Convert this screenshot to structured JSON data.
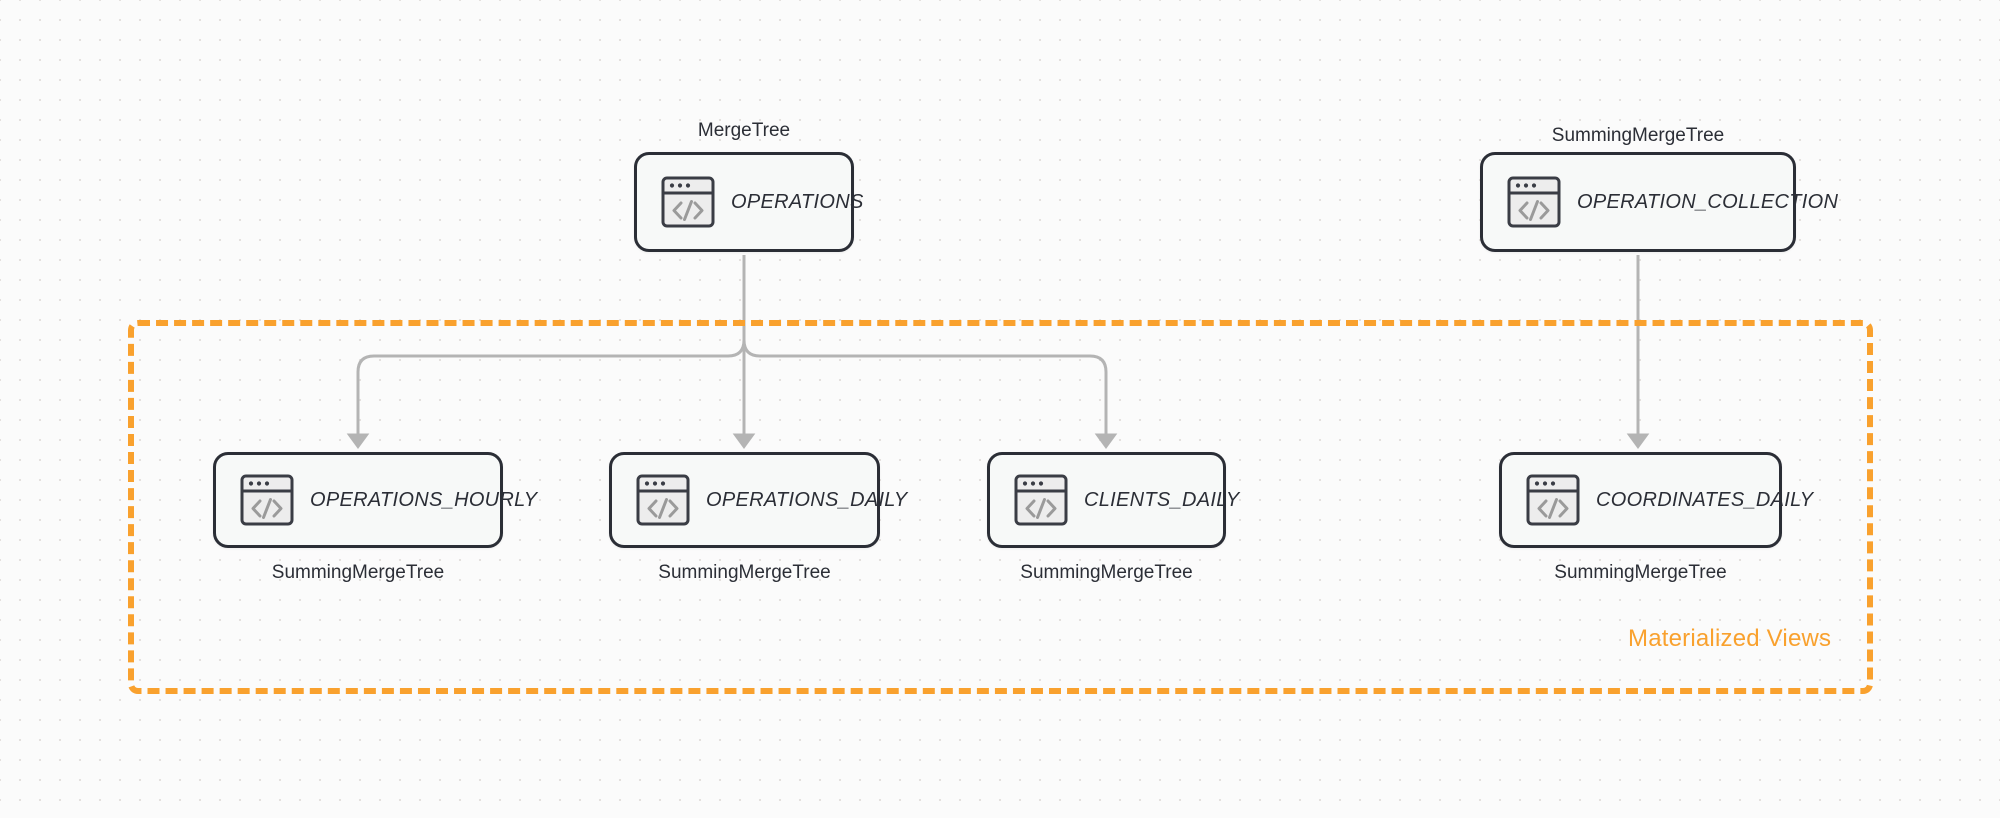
{
  "diagram": {
    "title": "ClickHouse table and materialized view topology",
    "background_color": "#fbfbfb",
    "accent_color": "#f9a12e",
    "node_border_color": "#2b2e36",
    "node_fill_color": "#f7f9f8",
    "edge_color": "#b4b4b4"
  },
  "group": {
    "label": "Materialized Views",
    "style": "dashed",
    "color": "#f9a12e"
  },
  "icons": {
    "code_window": "code-window-icon"
  },
  "nodes": [
    {
      "id": "operations",
      "label": "OPERATIONS",
      "engine": "MergeTree",
      "engine_position": "top",
      "icon": "code-window-icon"
    },
    {
      "id": "operation_collection",
      "label": "OPERATION_COLLECTION",
      "engine": "SummingMergeTree",
      "engine_position": "top",
      "icon": "code-window-icon"
    },
    {
      "id": "operations_hourly",
      "label": "OPERATIONS_HOURLY",
      "engine": "SummingMergeTree",
      "engine_position": "bottom",
      "icon": "code-window-icon"
    },
    {
      "id": "operations_daily",
      "label": "OPERATIONS_DAILY",
      "engine": "SummingMergeTree",
      "engine_position": "bottom",
      "icon": "code-window-icon"
    },
    {
      "id": "clients_daily",
      "label": "CLIENTS_DAILY",
      "engine": "SummingMergeTree",
      "engine_position": "bottom",
      "icon": "code-window-icon"
    },
    {
      "id": "coordinates_daily",
      "label": "COORDINATES_DAILY",
      "engine": "SummingMergeTree",
      "engine_position": "bottom",
      "icon": "code-window-icon"
    }
  ],
  "edges": [
    {
      "from": "operations",
      "to": "operations_hourly"
    },
    {
      "from": "operations",
      "to": "operations_daily"
    },
    {
      "from": "operations",
      "to": "clients_daily"
    },
    {
      "from": "operation_collection",
      "to": "coordinates_daily"
    }
  ]
}
